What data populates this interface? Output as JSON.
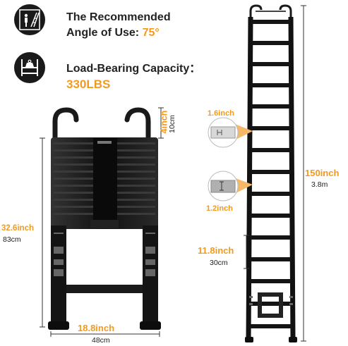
{
  "features": {
    "angle": {
      "line1": "The Recommended",
      "line2_prefix": "Angle of Use: ",
      "value": "75°",
      "icon": "person-on-ladder-icon"
    },
    "load": {
      "label": "Load-Bearing Capacity：",
      "value": "330LBS",
      "icon": "weight-on-shelf-icon"
    }
  },
  "dimensions": {
    "hook_imperial": "4inch",
    "hook_metric": "10cm",
    "closed_height_imperial": "32.6inch",
    "closed_height_metric": "83cm",
    "width_imperial": "18.8inch",
    "width_metric": "48cm",
    "rung_top_imperial": "1.6inch",
    "rung_bottom_imperial": "1.2inch",
    "rung_spacing_imperial": "11.8inch",
    "rung_spacing_metric": "30cm",
    "extended_height_imperial": "150inch",
    "extended_height_metric": "3.8m"
  },
  "colors": {
    "accent": "#f39a1e",
    "ladder": "#111111"
  }
}
